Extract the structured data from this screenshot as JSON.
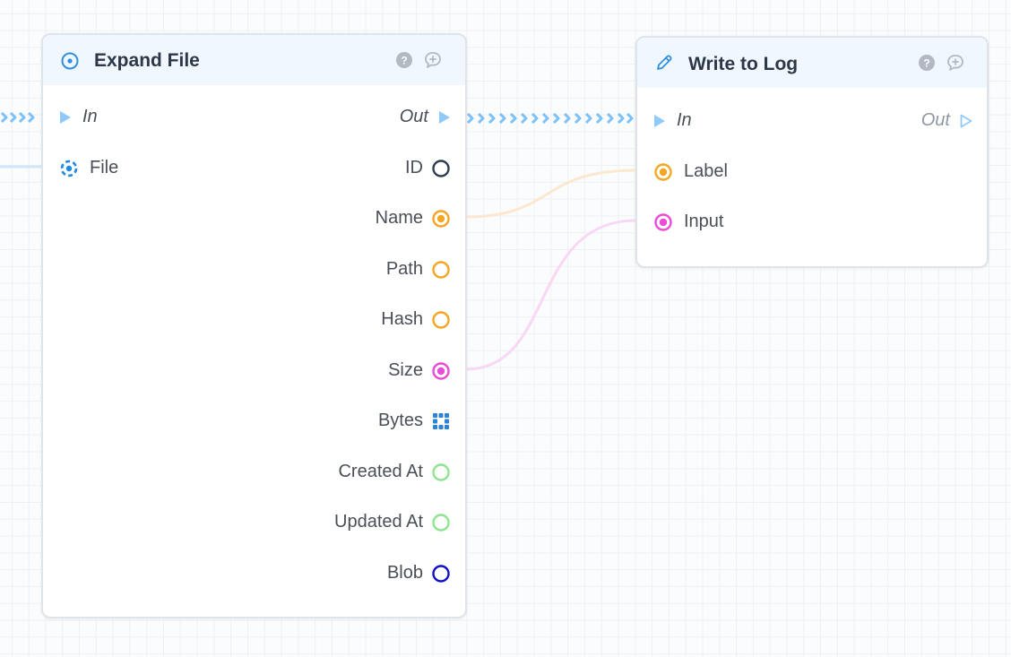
{
  "nodes": {
    "expand_file": {
      "title": "Expand File",
      "inputs": {
        "exec": "In",
        "file": "File"
      },
      "outputs": {
        "exec": "Out",
        "id": "ID",
        "name": "Name",
        "path": "Path",
        "hash": "Hash",
        "size": "Size",
        "bytes": "Bytes",
        "created_at": "Created At",
        "updated_at": "Updated At",
        "blob": "Blob"
      }
    },
    "write_to_log": {
      "title": "Write to Log",
      "inputs": {
        "exec": "In",
        "label": "Label",
        "input": "Input"
      },
      "outputs": {
        "exec": "Out"
      }
    }
  },
  "pin_colors": {
    "exec": "#90caf9",
    "file": "#1e88e5",
    "id": "#2c3e50",
    "string": "#f5a623",
    "number": "#e94bd7",
    "bytes": "#2b84d6",
    "datetime": "#8fe38f",
    "blob": "#1010cc"
  },
  "icons": {
    "expand_file": "target-icon",
    "write_to_log": "pencil-icon",
    "help": "help-icon",
    "comment": "comment-add-icon"
  }
}
